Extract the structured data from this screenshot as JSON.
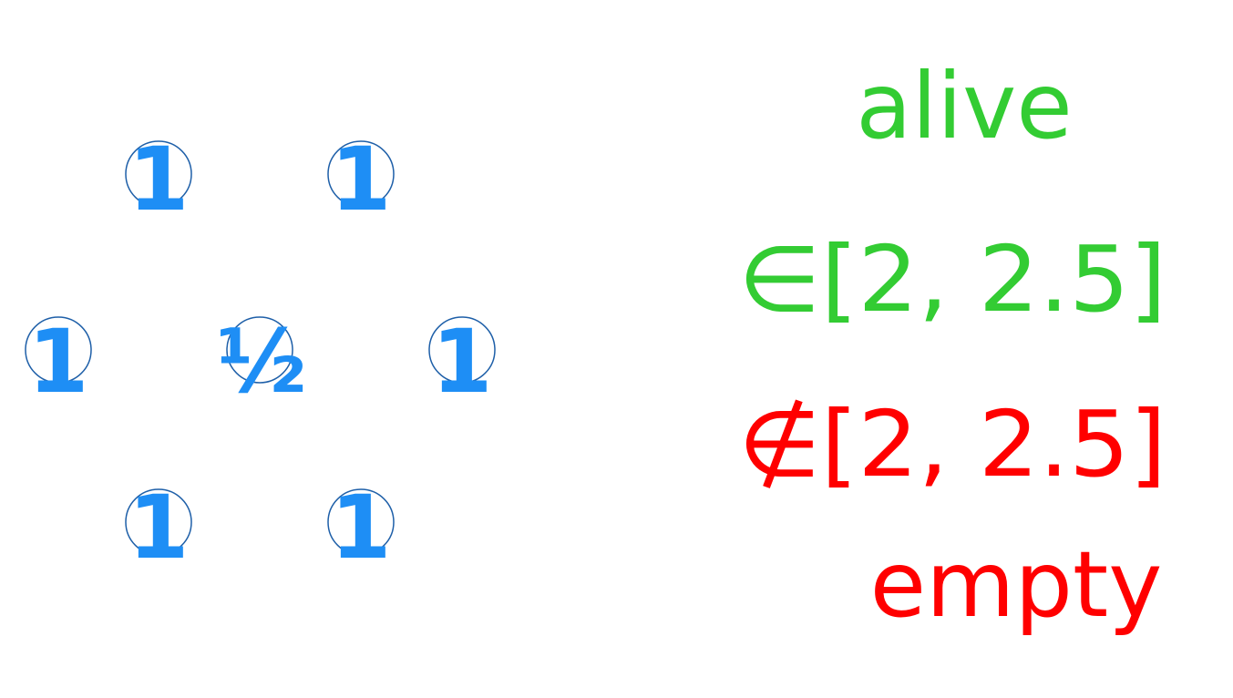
{
  "colors": {
    "cell": "#1e8ef5",
    "alive": "#33cc33",
    "empty": "#ff0000"
  },
  "neighborhood": {
    "center_weight": "½",
    "neighbor_weight": "1",
    "neighbor_count": 6
  },
  "rules": {
    "alive_label": "alive",
    "alive_condition": "∈[2, 2.5]",
    "empty_condition": "∉[2, 2.5]",
    "empty_label": "empty"
  }
}
